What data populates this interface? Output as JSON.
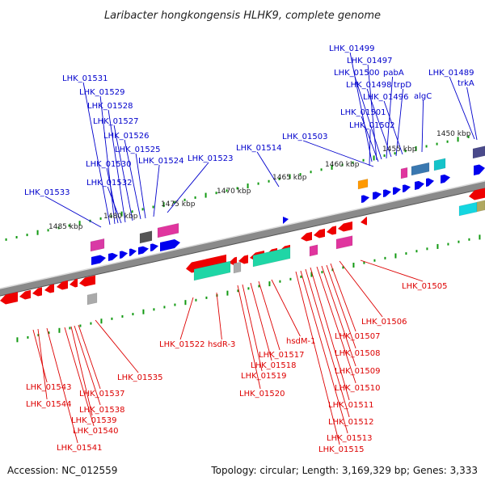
{
  "title": "Laribacter hongkongensis HLHK9, complete genome",
  "footer": {
    "accession": "Accession: NC_012559",
    "summary": "Topology: circular; Length: 3,169,329 bp; Genes: 3,333"
  },
  "colors": {
    "forward_labels": "#0000cc",
    "reverse_labels": "#dd0000",
    "forward_arrows": "#0000ee",
    "reverse_arrows": "#ee0000",
    "tick_marks": "#119911",
    "backbone": "#888888"
  },
  "position_ticks": [
    "1450 kbp",
    "1455 kbp",
    "1460 kbp",
    "1465 kbp",
    "1470 kbp",
    "1475 kbp",
    "1480 kbp",
    "1485 kbp"
  ],
  "forward_strand_labels": [
    "LHK_01499",
    "LHK_01497",
    "LHK_01500",
    "pabA",
    "LHK_01498",
    "trpD",
    "LHK_01496",
    "algC",
    "LHK_01489",
    "trkA",
    "LHK_01501",
    "LHK_01502",
    "LHK_01503",
    "LHK_01514",
    "LHK_01531",
    "LHK_01529",
    "LHK_01528",
    "LHK_01527",
    "LHK_01526",
    "LHK_01525",
    "LHK_01524",
    "LHK_01530",
    "LHK_01523",
    "LHK_01532",
    "LHK_01533"
  ],
  "reverse_strand_labels": [
    "LHK_01505",
    "LHK_01506",
    "LHK_01507",
    "LHK_01508",
    "LHK_01509",
    "LHK_01510",
    "LHK_01511",
    "LHK_01512",
    "LHK_01513",
    "LHK_01515",
    "hsdM-1",
    "LHK_01517",
    "LHK_01518",
    "LHK_01519",
    "LHK_01520",
    "LHK_01522",
    "hsdR-3",
    "LHK_01535",
    "LHK_01543",
    "LHK_01544",
    "LHK_01537",
    "LHK_01538",
    "LHK_01539",
    "LHK_01540",
    "LHK_01541"
  ]
}
